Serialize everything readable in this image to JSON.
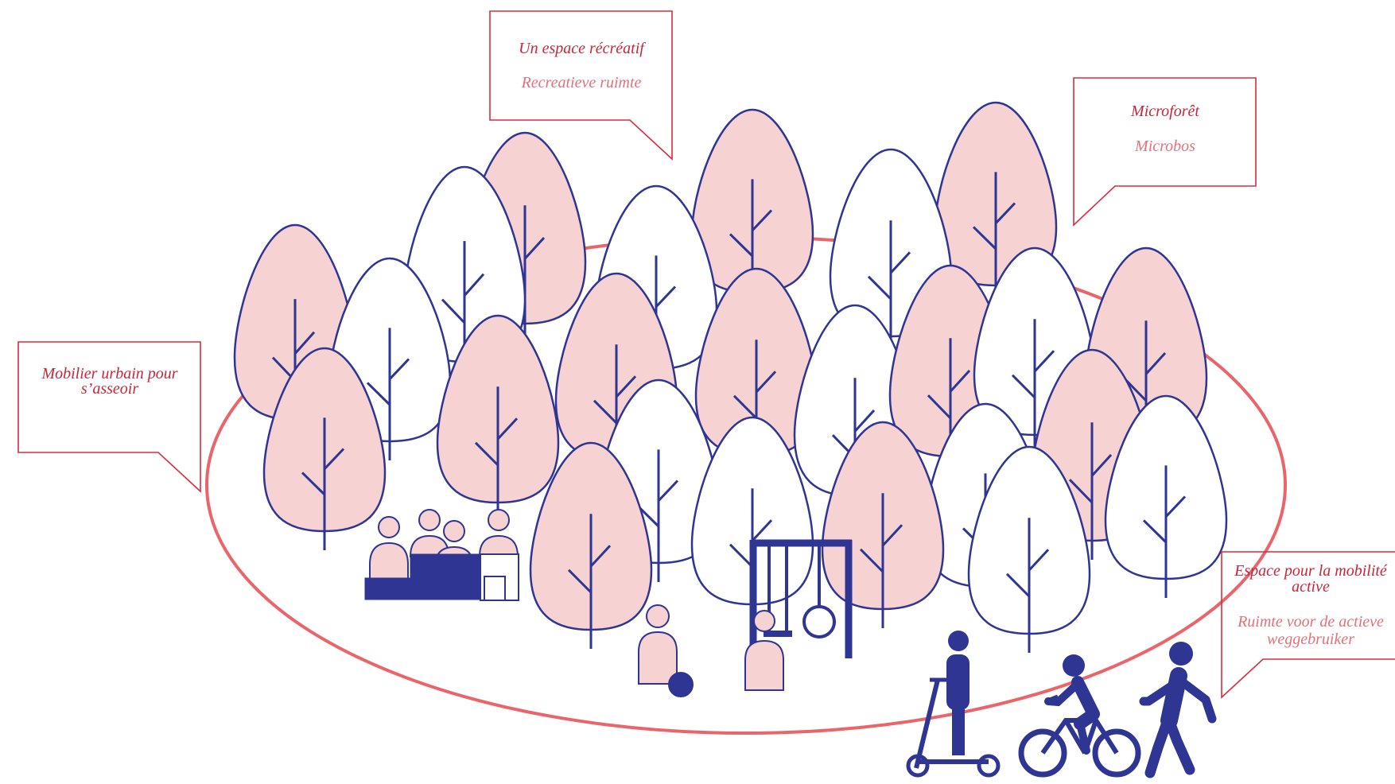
{
  "colors": {
    "navy": "#2e3592",
    "pink_fill": "#f6d2d3",
    "ground_line": "#e9656a",
    "callout_border": "#d72d3c",
    "text_fr": "#c8263a",
    "text_nl": "#e2727a"
  },
  "callouts": {
    "recreation": {
      "fr": "Un espace récréatif",
      "nl": "Recreatieve ruimte"
    },
    "microforest": {
      "fr": "Microforêt",
      "nl": "Microbos"
    },
    "seating": {
      "fr_line1": "Mobilier urbain pour",
      "fr_line2": "s’asseoir"
    },
    "mobility": {
      "fr_line1": "Espace pour la mobilité",
      "fr_line2": "active",
      "nl_line1": "Ruimte voor de actieve",
      "nl_line2": "weggebruiker"
    }
  }
}
